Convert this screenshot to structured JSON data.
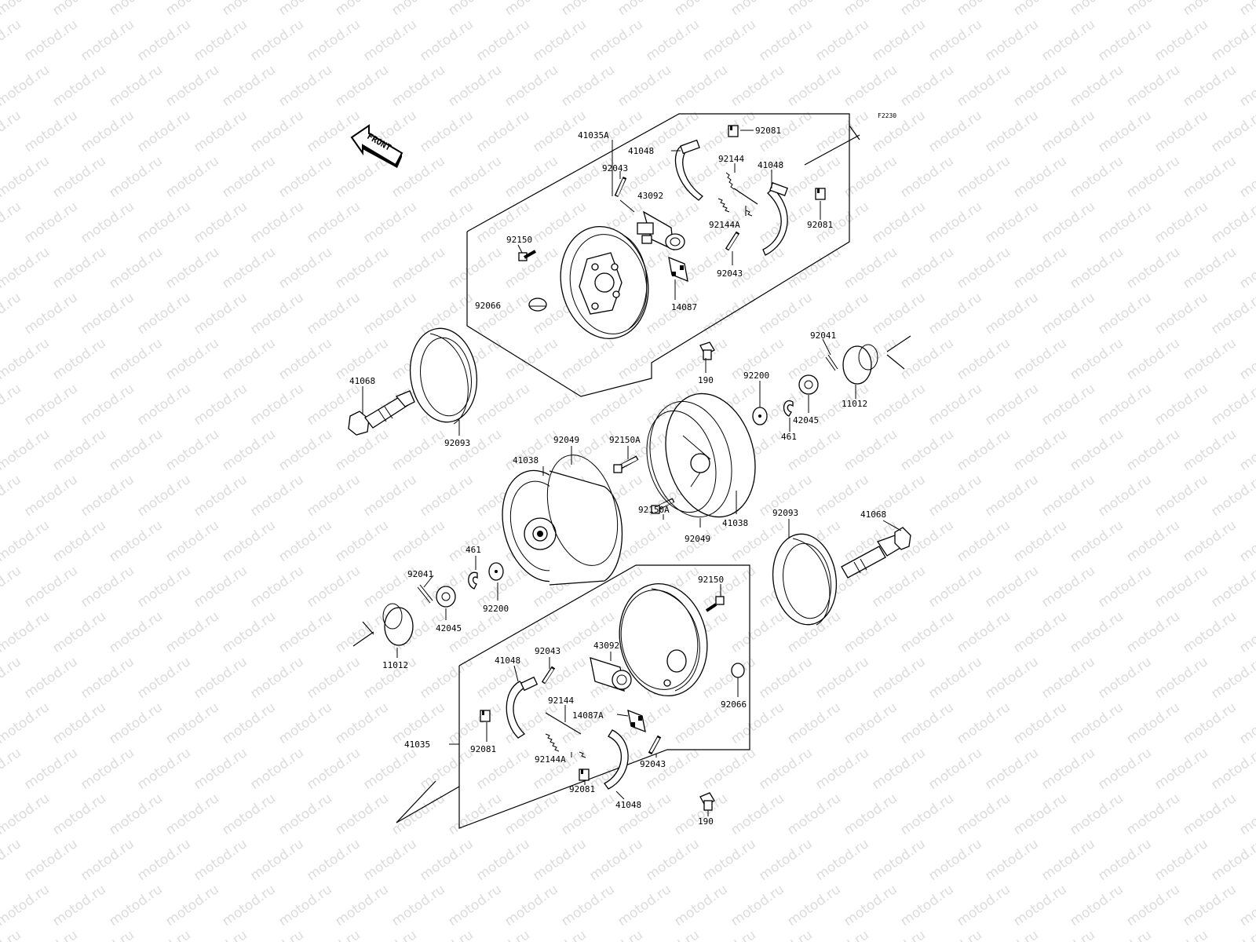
{
  "watermark": "motod.ru",
  "figure_code": "F2230",
  "front_label": "FRONT",
  "labels": {
    "l41035A": "41035A",
    "l92081a": "92081",
    "l41048a": "41048",
    "l92043a": "92043",
    "l92144a": "92144",
    "l41048b": "41048",
    "l43092a": "43092",
    "l92144Aa": "92144A",
    "l92081b": "92081",
    "l92150a": "92150",
    "l92043b": "92043",
    "l92066a": "92066",
    "l14087": "14087",
    "l92041a": "92041",
    "l190a": "190",
    "l92200a": "92200",
    "l41068a": "41068",
    "l11012a": "11012",
    "l42045a": "42045",
    "l461a": "461",
    "l92093a": "92093",
    "l92049a": "92049",
    "l92150Aa": "92150A",
    "l41038a": "41038",
    "l92150Ab": "92150A",
    "l92049b": "92049",
    "l41038b": "41038",
    "l92093b": "92093",
    "l41068b": "41068",
    "l461b": "461",
    "l92041b": "92041",
    "l92200b": "92200",
    "l42045b": "42045",
    "l92150b": "92150",
    "l11012b": "11012",
    "l92043c": "92043",
    "l43092b": "43092",
    "l41048c": "41048",
    "l92144b": "92144",
    "l14087A": "14087A",
    "l92066b": "92066",
    "l41035": "41035",
    "l92081c": "92081",
    "l92144Ab": "92144A",
    "l92043d": "92043",
    "l92081d": "92081",
    "l41048d": "41048",
    "l190b": "190"
  }
}
